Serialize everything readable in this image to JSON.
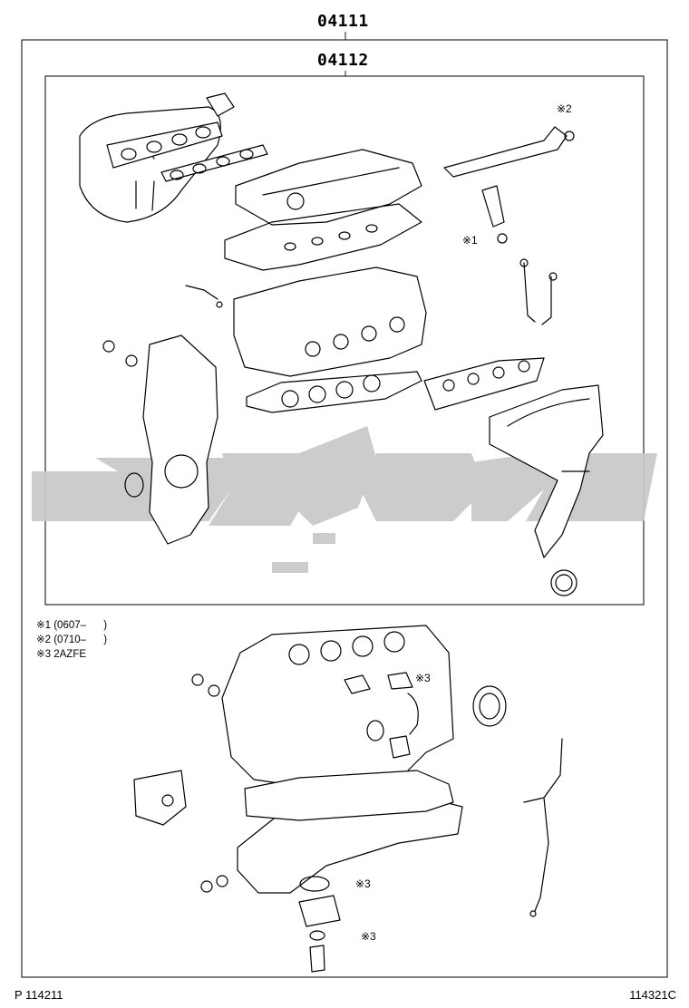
{
  "diagram": {
    "outer_part_number": "04111",
    "inner_part_number": "04112",
    "notes": [
      "※1 (0607–      )",
      "※2 (0710–      )",
      "※3 2AZFE"
    ],
    "callouts": {
      "mark_1": "※1",
      "mark_2": "※2",
      "mark_3": "※3"
    },
    "watermark_text": "تویوپارت",
    "footer_left": "P 114211",
    "footer_right": "114321C"
  },
  "colors": {
    "line": "#000000",
    "frame": "#000000",
    "watermark": "#c8c8c8",
    "background": "#ffffff"
  }
}
